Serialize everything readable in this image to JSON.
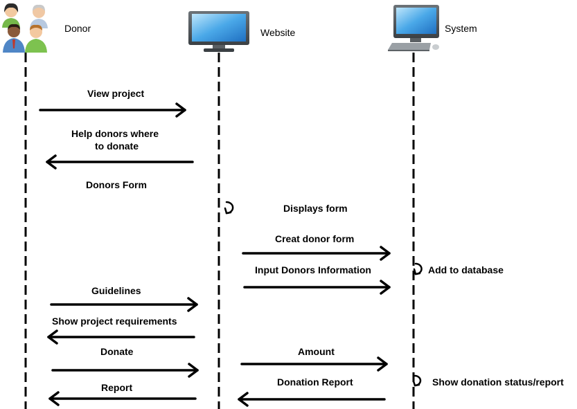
{
  "actors": {
    "donor": "Donor",
    "website": "Website",
    "system": "System"
  },
  "messages": {
    "view_project": "View project",
    "help_donors_line1": "Help donors where",
    "help_donors_line2": "to donate",
    "donors_form": "Donors Form",
    "displays_form": "Displays form",
    "creat_donor_form": "Creat donor form",
    "input_donors_info": "Input Donors Information",
    "add_to_database": "Add to database",
    "guidelines": "Guidelines",
    "show_project_requirements": "Show project requirements",
    "donate": "Donate",
    "amount": "Amount",
    "donation_report": "Donation Report",
    "show_donation_status": "Show donation status/report",
    "report": "Report"
  },
  "icons": {
    "donor": "people-group-icon",
    "website": "monitor-icon",
    "system": "desktop-computer-icon"
  }
}
